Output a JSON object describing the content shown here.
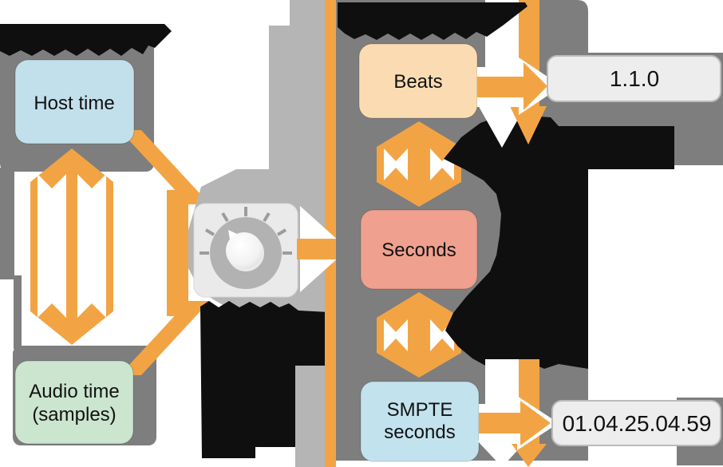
{
  "diagram": {
    "hardware_group": {
      "host_time_label": "Host time",
      "audio_time_label_line1": "Audio time",
      "audio_time_label_line2": "(samples)"
    },
    "media_group": {
      "beats_label": "Beats",
      "seconds_label": "Seconds",
      "smpte_label_line1": "SMPTE",
      "smpte_label_line2": "seconds"
    },
    "values": {
      "beats_value": "1.1.0",
      "smpte_value": "01.04.25.04.59"
    },
    "colors": {
      "orange": "#F2A444",
      "panel_gray": "#7E7E7E",
      "light_gray": "#B5B5B5",
      "host_blue": "#C2E0EC",
      "audio_green": "#CBE5CE",
      "beats_peach": "#FBDCB2",
      "seconds_salmon": "#EFA08F",
      "smpte_blue": "#C2E2EE",
      "value_box_fill": "#EDEDED",
      "value_box_border": "#BBBBBB",
      "redaction_black": "#0F0F0F"
    }
  }
}
